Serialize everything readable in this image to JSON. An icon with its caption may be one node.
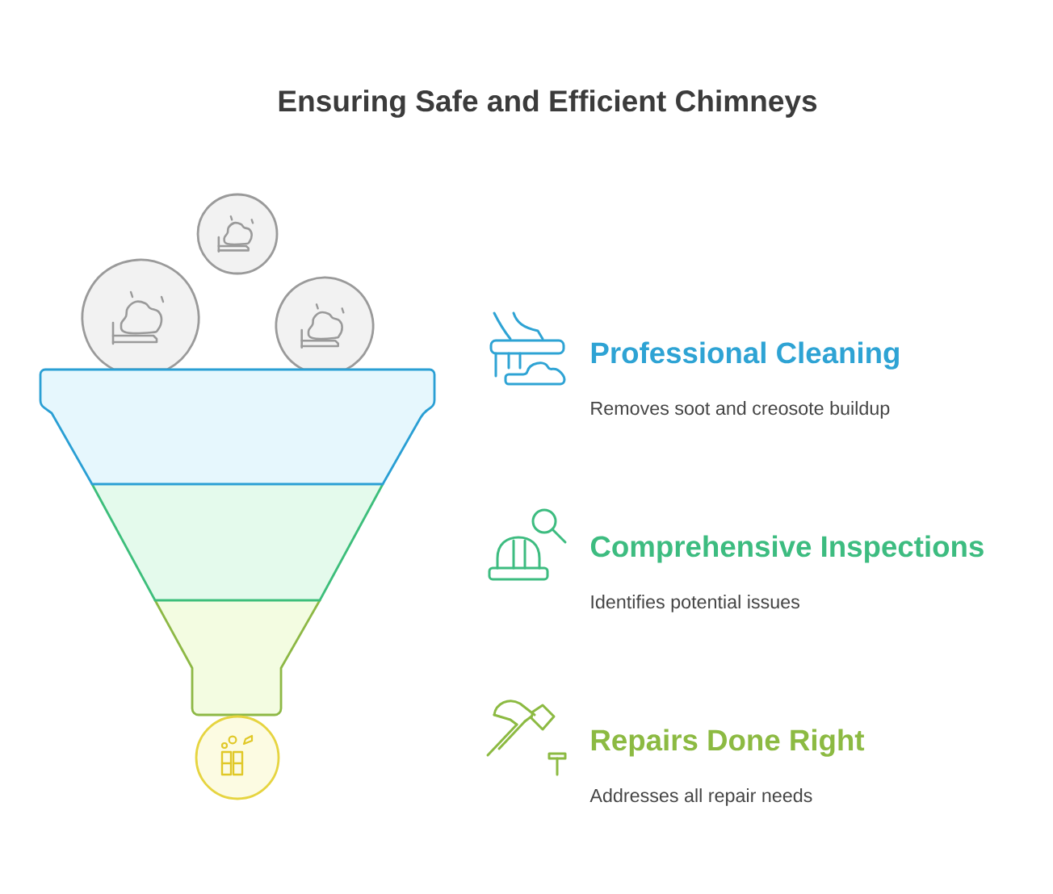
{
  "diagram": {
    "title": "Ensuring Safe and Efficient Chimneys",
    "nodes": [
      {
        "text": [],
        "shape": "trapezoid",
        "beside": [
          "Professional Cleaning",
          "Removes soot and creosote buildup"
        ]
      },
      {
        "text": [],
        "shape": "trapezoid",
        "beside": [
          "Comprehensive Inspections",
          "Identifies potential issues"
        ]
      },
      {
        "text": [],
        "shape": "trapezoid",
        "beside": [
          "Repairs Done Right",
          "Addresses all repair needs"
        ]
      }
    ]
  }
}
